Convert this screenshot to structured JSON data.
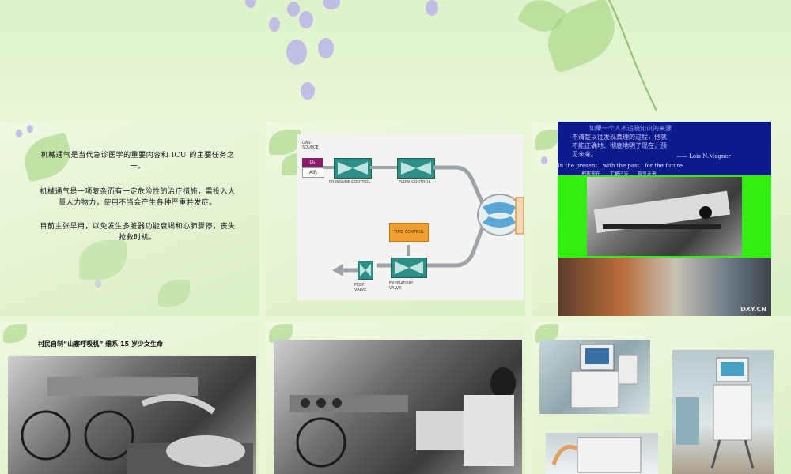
{
  "slide1": {
    "p1": "机械通气是当代急诊医学的重要内容和 ICU 的主要任务之一。",
    "p2": "机械通气是一项复杂而有一定危险性的治疗措施，需投入大量人力物力，使用不当会产生各种严重并发症。",
    "p3": "目前主张早用，以免发生多脏器功能衰竭和心肺骤停，丧失抢救时机。"
  },
  "slide2": {
    "gas_source": "GAS-\nSOURCE",
    "o2": "O₂",
    "air": "AIR",
    "pressure_control": "PRESSURE CONTROL",
    "flow_control": "FLOW CONTROL",
    "time_control": "TIME CONTROL",
    "peep_valve": "PEEP\nVALVE",
    "expiratory_valve": "EXPIRATORY\nVALVE"
  },
  "slide3": {
    "quote_line1": "如果一个人不追晓知识的来源",
    "quote_line2": "不清楚以往发现真理的过程，他就",
    "quote_line3": "不能正确地、彻底地明了现在，预",
    "quote_line4": "见未来。",
    "author": "—— Lois N.Magner",
    "english": "In the present , with the past , for the future",
    "bottom_cn": "把握现在      了解过去      指引未来",
    "watermark": "DXY.CN"
  },
  "slide4": {
    "caption": "村民自制“山寨呼吸机” 维系 15 岁少女生命"
  },
  "colors": {
    "banner_bg": "#dff2cc",
    "slide_bg": "#e6f4d4",
    "quote_bg": "#0c1a8a",
    "bright_green": "#33ee11",
    "teal_box": "#2e8f87",
    "orange_box": "#f0a030"
  }
}
